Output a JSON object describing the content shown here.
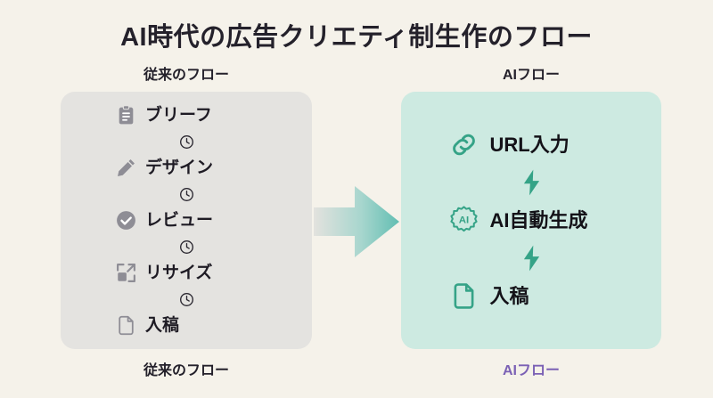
{
  "title": "AI時代の広告クリエティ制生作のフロー",
  "colors": {
    "background": "#f5f2ea",
    "legacy_panel": "#e4e3e0",
    "ai_panel": "#cdeae1",
    "legacy_icon": "#8e8d95",
    "ai_icon": "#35a387",
    "title_text": "#24212b",
    "ai_caption_text": "#7b61b5",
    "arrow_start": "#e0e0dc",
    "arrow_end": "#6fc4b8"
  },
  "legacy": {
    "header": "従来のフロー",
    "caption": "従来のフロー",
    "connector_icon": "clock-icon",
    "steps": [
      {
        "label": "ブリーフ",
        "icon": "clipboard-icon"
      },
      {
        "label": "デザイン",
        "icon": "pencil-icon"
      },
      {
        "label": "レビュー",
        "icon": "check-circle-icon"
      },
      {
        "label": "リサイズ",
        "icon": "resize-icon"
      },
      {
        "label": "入稿",
        "icon": "document-icon"
      }
    ]
  },
  "ai": {
    "header": "AIフロー",
    "caption": "AIフロー",
    "connector_icon": "lightning-bolt-icon",
    "steps": [
      {
        "label": "URL入力",
        "icon": "link-icon"
      },
      {
        "label": "AI自動生成",
        "icon": "ai-badge-icon"
      },
      {
        "label": "入稿",
        "icon": "document-icon"
      }
    ]
  },
  "arrow": {
    "icon": "right-arrow-icon"
  }
}
